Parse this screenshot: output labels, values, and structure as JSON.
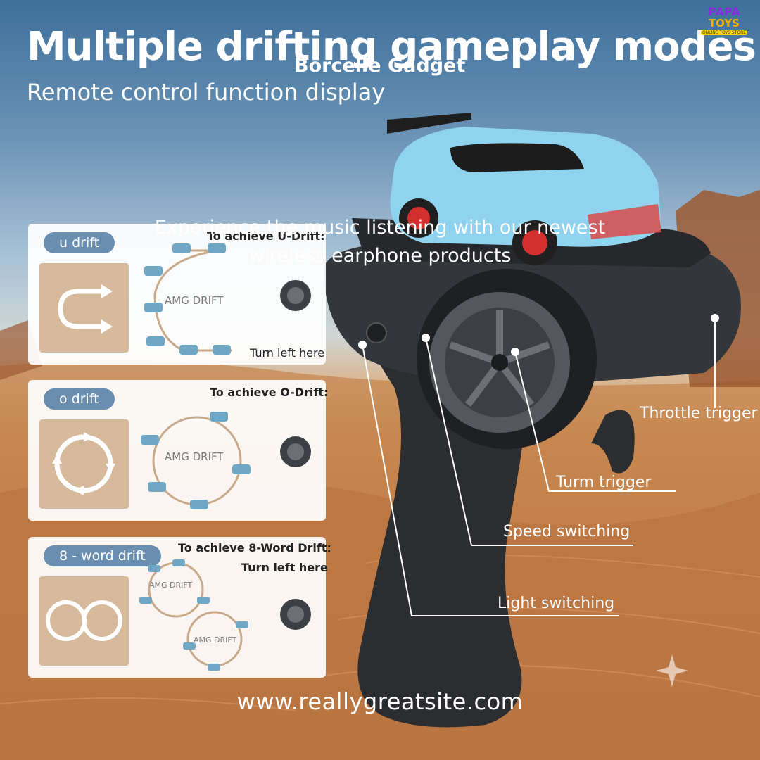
{
  "header": {
    "title": "Multiple drifting gameplay modes",
    "subtitle": "Remote control function display",
    "brand": "Borcelle Gadget"
  },
  "overlay": {
    "line1": "Experience the music listening with our newest",
    "line2": "wireless earphone products"
  },
  "logo": {
    "line1": "PAPA",
    "line2": "TOYS",
    "line3": "ONLINE TOYS STORE"
  },
  "modes": [
    {
      "label": "u drift",
      "achieve": "To achieve U-Drift:",
      "track": "AMG DRIFT",
      "hint": "Turn left here"
    },
    {
      "label": "o drift",
      "achieve": "To achieve O-Drift:",
      "track": "AMG DRIFT",
      "hint": ""
    },
    {
      "label": "8 - word drift",
      "achieve": "To achieve 8-Word Drift:",
      "track": "AMG DRIFT",
      "hint": "Turn left here"
    }
  ],
  "callouts": {
    "throttle": "Throttle trigger",
    "turn": "Turm trigger",
    "speed": "Speed switching",
    "light": "Light switching"
  },
  "footer": {
    "website": "www.reallygreatsite.com"
  },
  "colors": {
    "pill": "#6a8eb0",
    "icon_box": "#d7b99c",
    "car": "#8fd3ee",
    "controller": "#2b2d30"
  }
}
